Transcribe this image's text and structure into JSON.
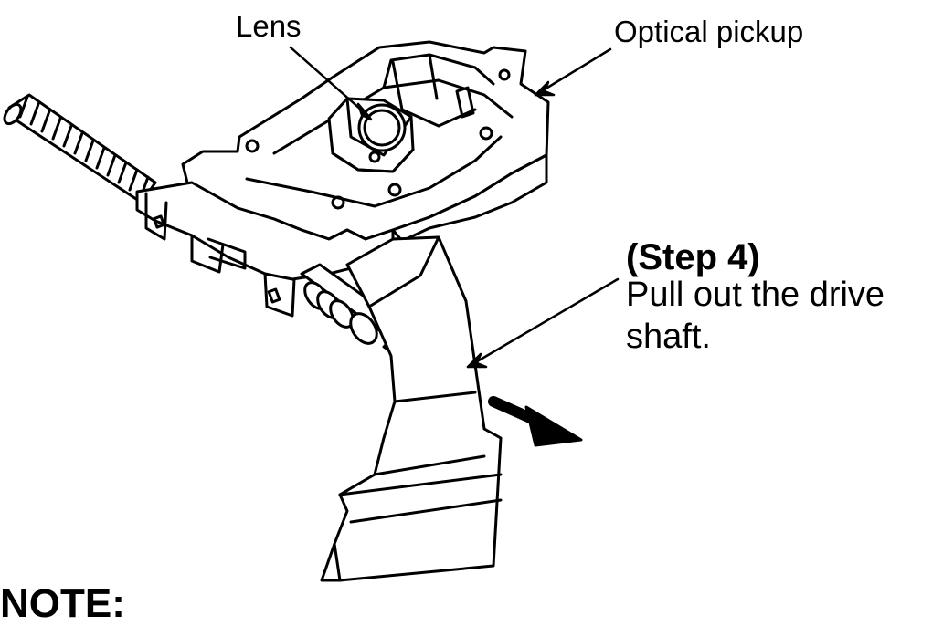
{
  "labels": {
    "lens": "Lens",
    "optical_pickup": "Optical pickup",
    "step_title": "(Step 4)",
    "step_line1": "Pull out the drive",
    "step_line2": "shaft.",
    "note": "NOTE:"
  },
  "colors": {
    "ink": "#000000",
    "paper": "#ffffff"
  }
}
